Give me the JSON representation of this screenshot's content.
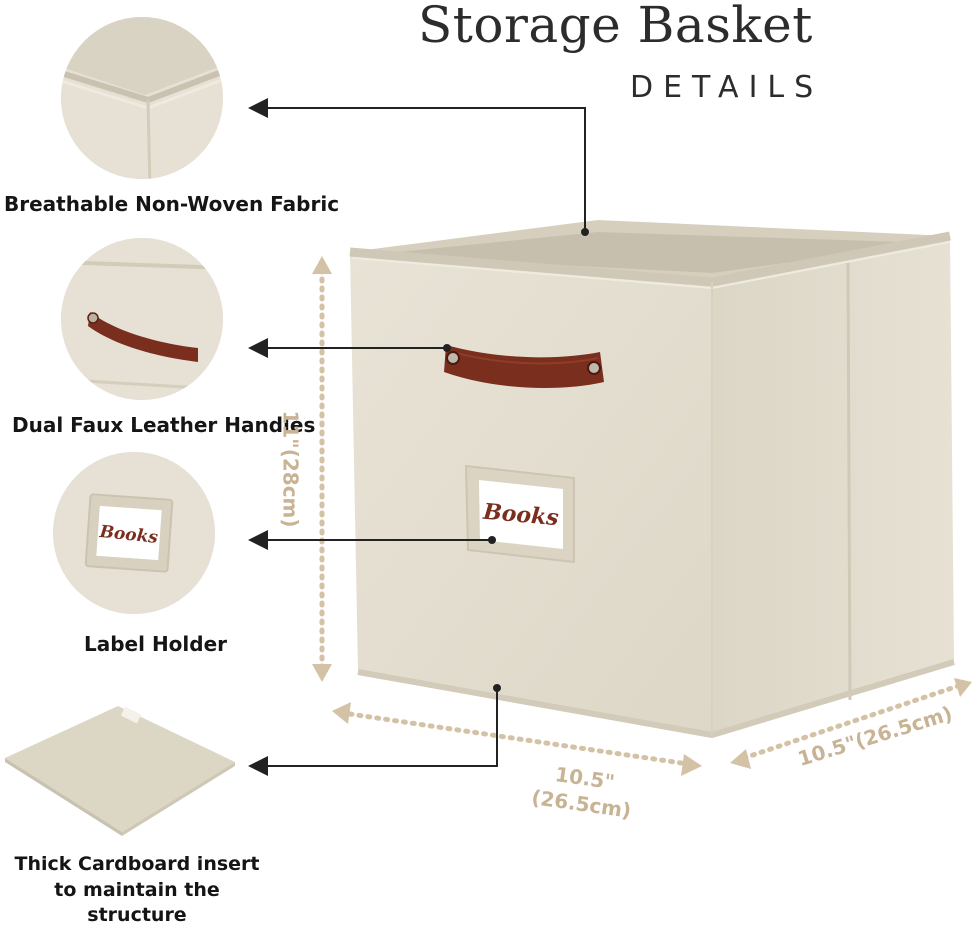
{
  "header": {
    "title": "Storage Basket",
    "subtitle": "DETAILS"
  },
  "features": [
    {
      "label": "Breathable Non-Woven Fabric",
      "icon": "fabric-corner-closeup"
    },
    {
      "label": "Dual Faux Leather Handles",
      "icon": "leather-handle-closeup"
    },
    {
      "label": "Label Holder",
      "icon": "label-holder-closeup"
    },
    {
      "label": "Thick Cardboard insert to maintain the structure",
      "icon": "cardboard-insert"
    }
  ],
  "product": {
    "label_card_text": "Books"
  },
  "dimensions": {
    "height": "11\"(28cm)",
    "width": "10.5\"\n(26.5cm)",
    "depth": "10.5\"(26.5cm)"
  },
  "colors": {
    "fabric": "#e3ded0",
    "fabric_shadow": "#cfc8b6",
    "leather": "#7a2e1e",
    "dimension_line": "#d4c2a6",
    "pointer_line": "#222222",
    "title_text": "#2c2c2c"
  }
}
